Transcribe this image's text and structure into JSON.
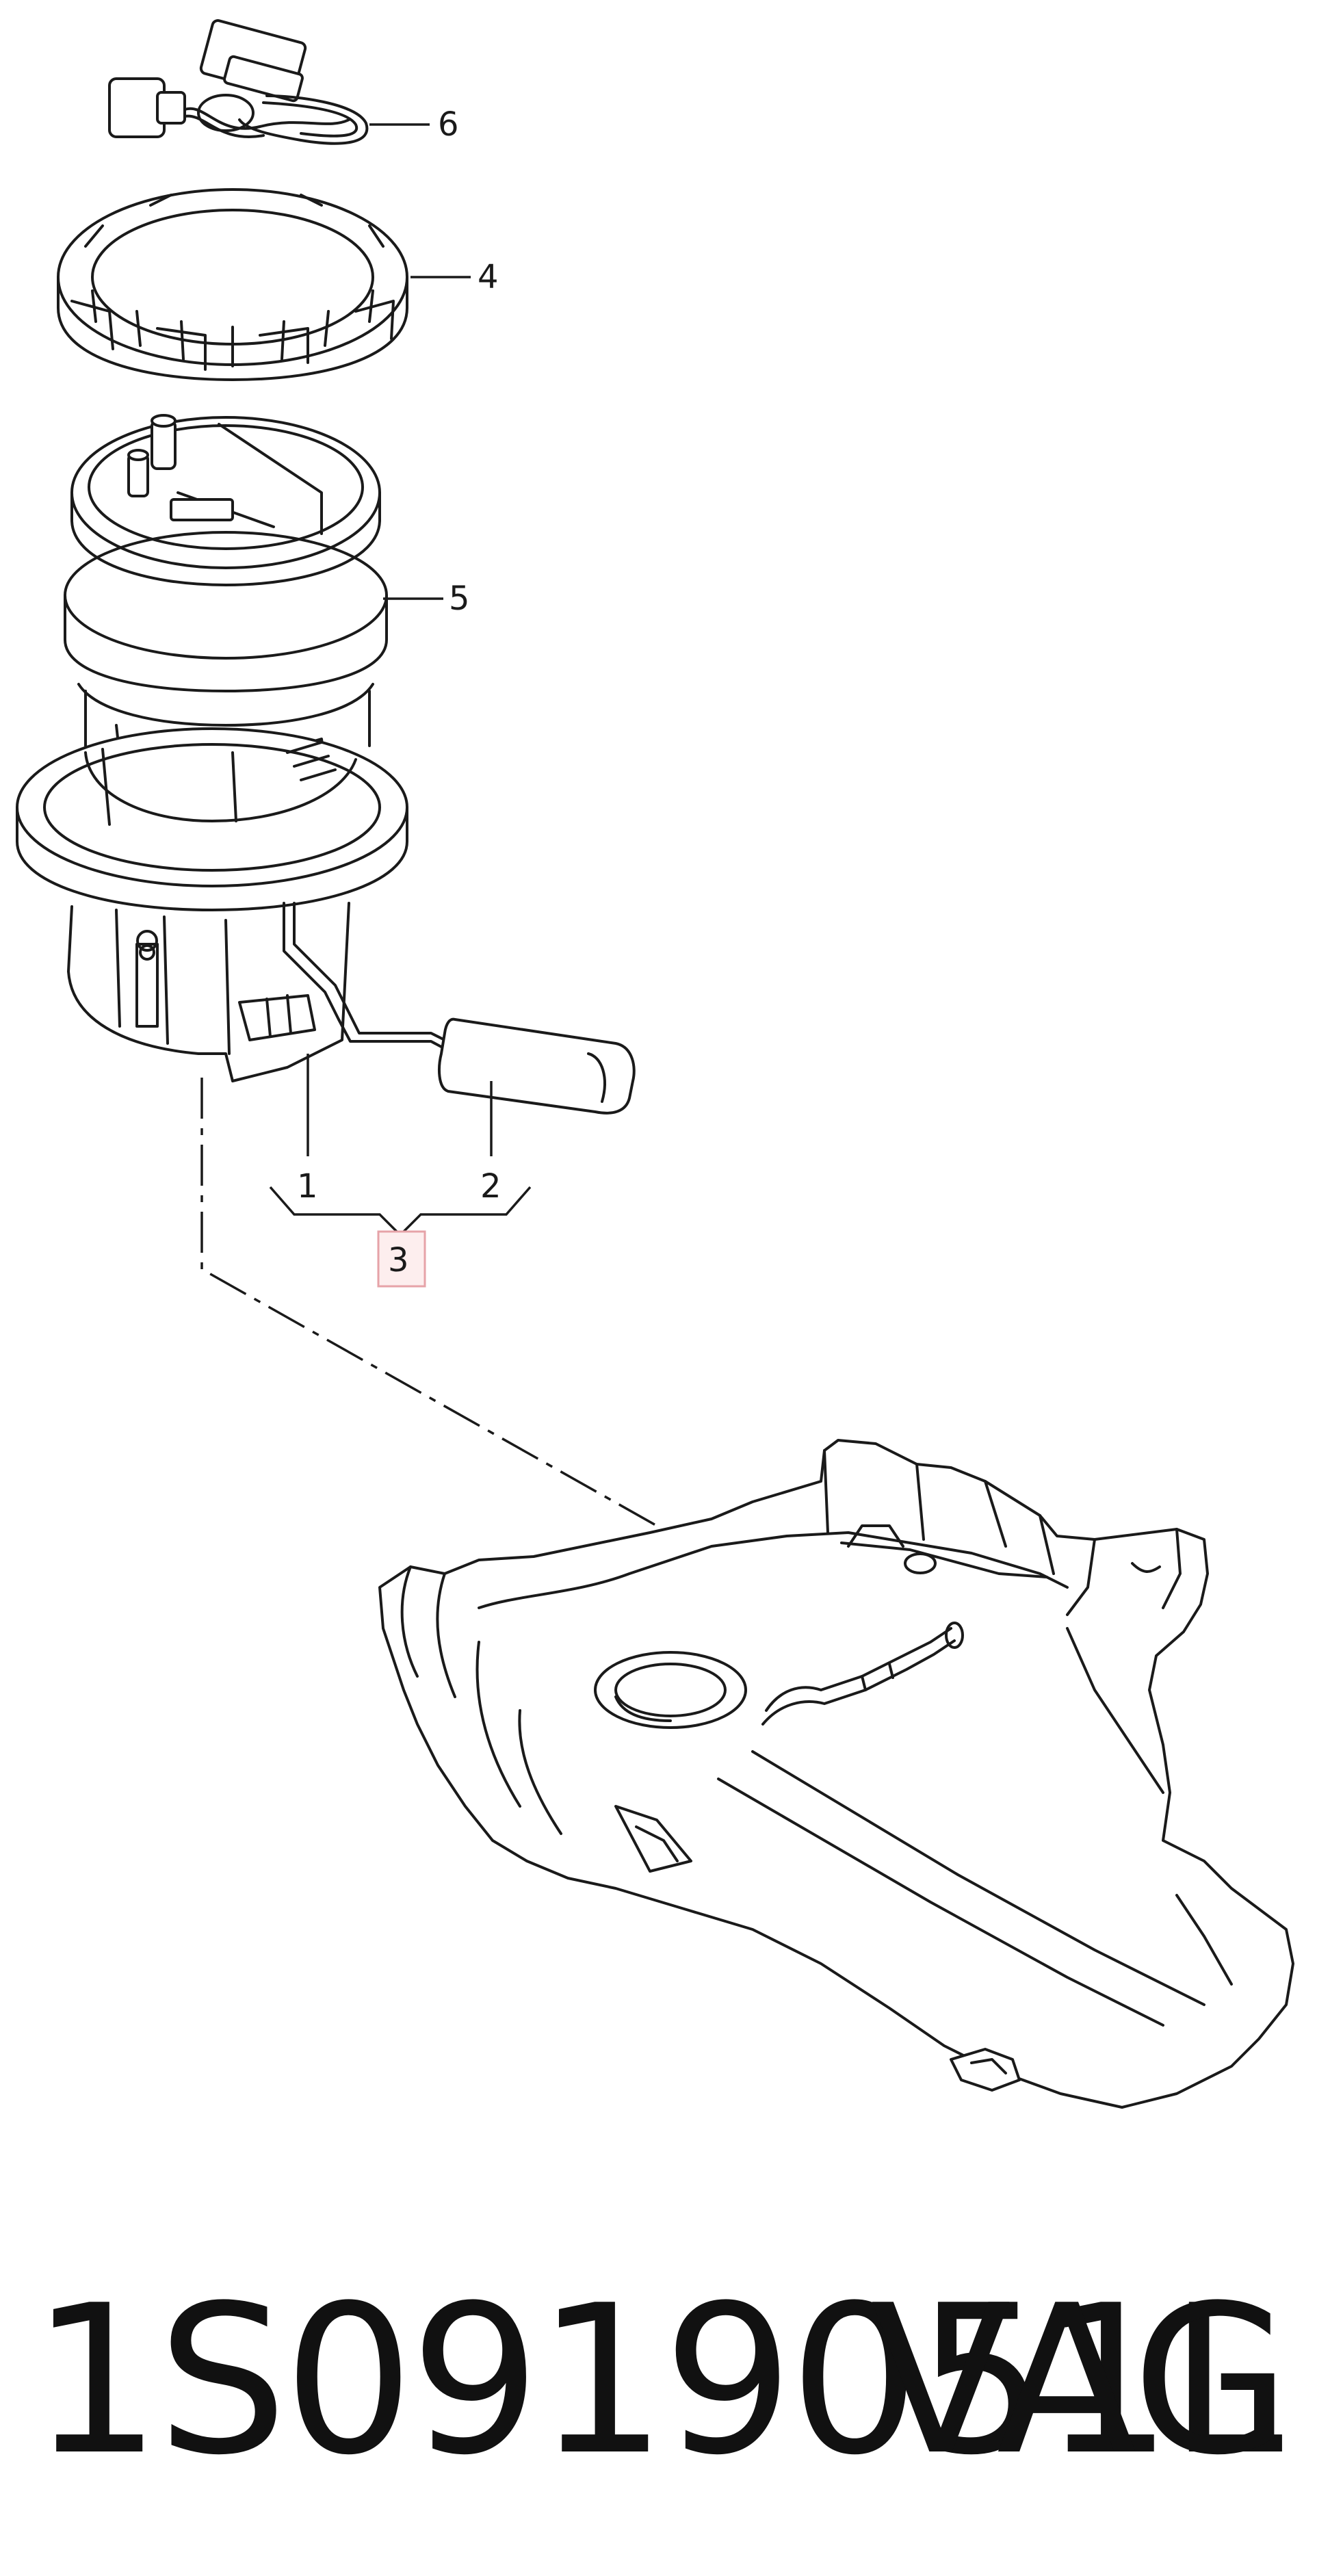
{
  "callouts": {
    "c1": "1",
    "c2": "2",
    "c3": "3",
    "c4": "4",
    "c5": "5",
    "c6": "6"
  },
  "footer": {
    "part_number": "1S0919051L",
    "brand": "VAG"
  },
  "colors": {
    "line": "#1a1a1a",
    "highlight_fill": "#fdeeee",
    "highlight_border": "#e6a3a8"
  }
}
